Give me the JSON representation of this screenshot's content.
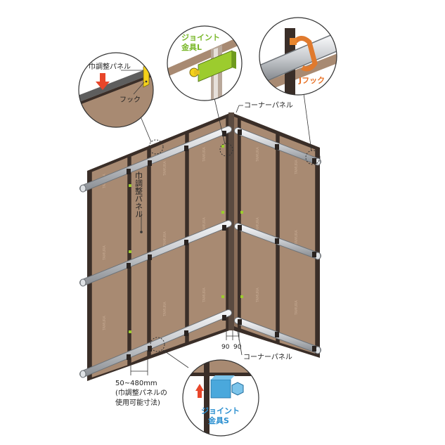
{
  "callouts": {
    "width_panel": "巾調整パネル",
    "hook": "フック",
    "joint_l_line1": "ジョイント",
    "joint_l_line2": "金具L",
    "j_hook": "Jフック",
    "joint_s_line1": "ジョイント",
    "joint_s_line2": "金具S"
  },
  "labels": {
    "corner_panel_top": "コーナーパネル",
    "corner_panel_bottom": "コーナーパネル",
    "width_panel_vertical": "巾調整パネル",
    "dim_90_a": "90",
    "dim_90_b": "90",
    "range_line1": "50~480mm",
    "range_line2": "(巾調整パネルの",
    "range_line3": "使用可能寸法)"
  },
  "colors": {
    "panel": "#a88a72",
    "panel_dark": "#6b5243",
    "frame": "#3a2e28",
    "pipe": "#c9ccd0",
    "joint_l": "#9ccc2e",
    "joint_s": "#4aa8dc",
    "j_hook": "#e07a2e",
    "arrow": "#e8462a",
    "label_green": "#7ab82a",
    "label_orange": "#e8742a",
    "label_blue": "#2a8fd0"
  }
}
